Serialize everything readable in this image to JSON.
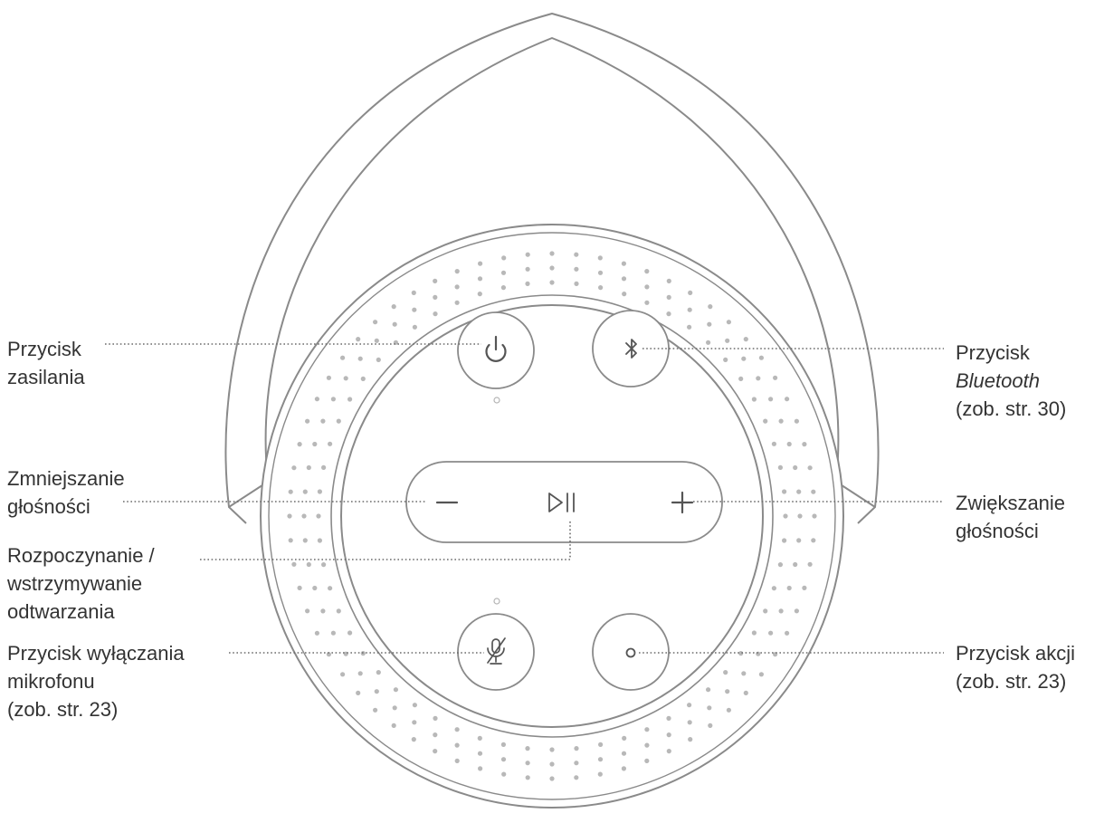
{
  "colors": {
    "outline": "#8a8a8a",
    "callout": "#6b6b6b",
    "text": "#333333",
    "background": "#ffffff"
  },
  "icons": {
    "power": "power-icon",
    "bluetooth": "bluetooth-icon",
    "volume_down": "minus-icon",
    "play_pause": "play-pause-icon",
    "volume_up": "plus-icon",
    "mic_off": "microphone-off-icon",
    "action": "action-dot-icon"
  },
  "labels": {
    "power": {
      "line1": "Przycisk",
      "line2": "zasilania"
    },
    "bluetooth": {
      "line1": "Przycisk",
      "line2": "Bluetooth",
      "line3": "(zob. str. 30)"
    },
    "volume_down": {
      "line1": "Zmniejszanie",
      "line2": "głośności"
    },
    "volume_up": {
      "line1": "Zwiększanie",
      "line2": "głośności"
    },
    "play_pause": {
      "line1": "Rozpoczynanie /",
      "line2": "wstrzymywanie",
      "line3": "odtwarzania"
    },
    "mic_off": {
      "line1": "Przycisk wyłączania",
      "line2": "mikrofonu",
      "line3": "(zob. str. 23)"
    },
    "action": {
      "line1": "Przycisk akcji",
      "line2": "(zob. str. 23)"
    }
  }
}
